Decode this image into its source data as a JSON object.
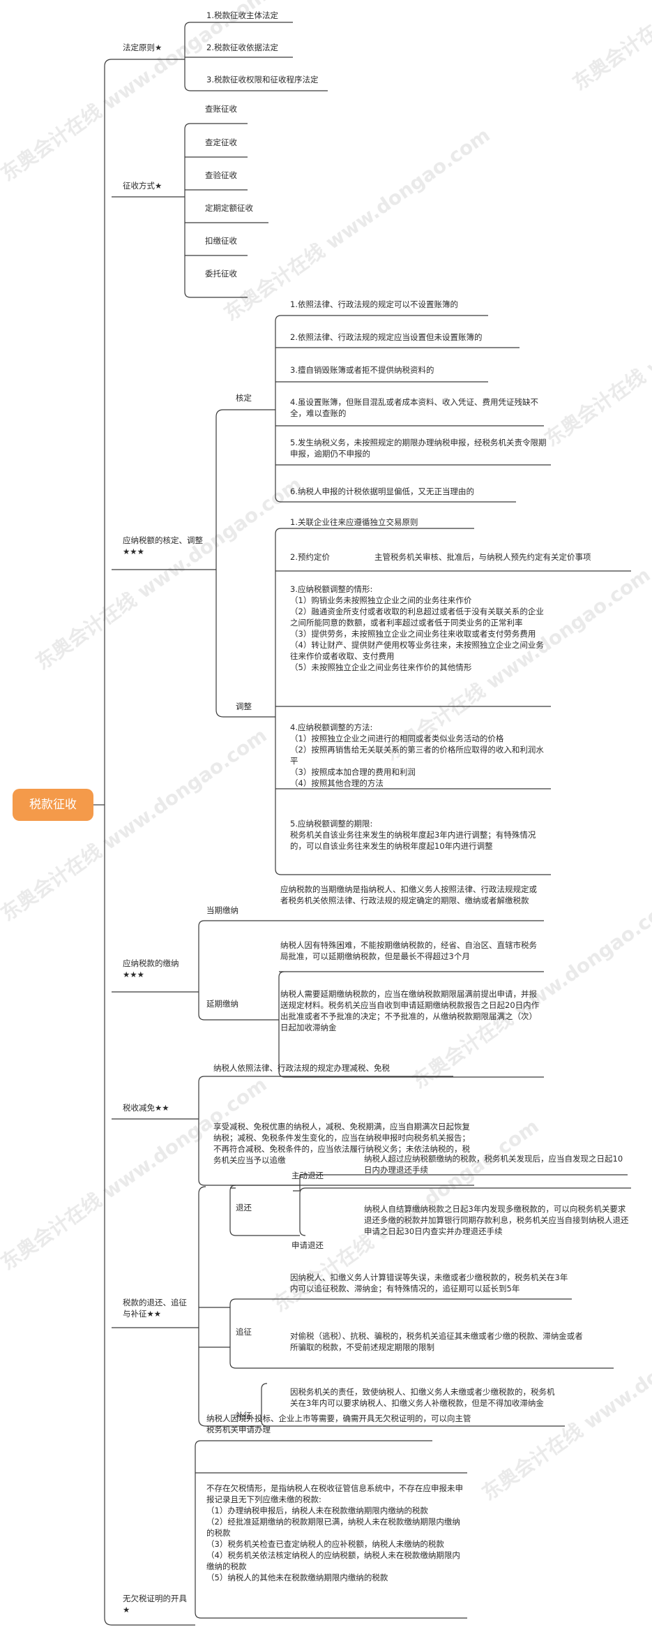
{
  "watermark": "东奥会计在线 www.dongao.com",
  "root": "税款征收",
  "b1": {
    "label": "法定原则★",
    "c": [
      "1.税款征收主体法定",
      "2.税款征收依据法定",
      "3.税款征收权限和征收程序法定"
    ]
  },
  "b2": {
    "label": "征收方式★",
    "c": [
      "查账征收",
      "查定征收",
      "查验征收",
      "定期定额征收",
      "扣缴征收",
      "委托征收"
    ]
  },
  "b3": {
    "label": "应纳税额的核定、调整★★★",
    "hd": {
      "label": "核定",
      "c": [
        "1.依照法律、行政法规的规定可以不设置账簿的",
        "2.依照法律、行政法规的规定应当设置但未设置账簿的",
        "3.擅自销毁账簿或者拒不提供纳税资料的",
        "4.虽设置账簿，但账目混乱或者成本资料、收入凭证、费用凭证残缺不全，难以查账的",
        "5.发生纳税义务，未按照规定的期限办理纳税申报，经税务机关责令限期申报，逾期仍不申报的",
        "6.纳税人申报的计税依据明显偏低，又无正当理由的"
      ]
    },
    "tz": {
      "label": "调整",
      "c1": "1.关联企业往来应遵循独立交易原则",
      "c2": "2.预约定价",
      "c2d": "主管税务机关审核、批准后，与纳税人预先约定有关定价事项",
      "c3": "3.应纳税额调整的情形:\n（1）购销业务未按照独立企业之间的业务往来作价\n（2）融通资金所支付或者收取的利息超过或者低于没有关联关系的企业之间所能同意的数额，或者利率超过或者低于同类业务的正常利率\n（3）提供劳务，未按照独立企业之间业务往来收取或者支付劳务费用\n（4）转让财产、提供财产使用权等业务往来，未按照独立企业之间业务往来作价或者收取、支付费用\n（5）未按照独立企业之间业务往来作价的其他情形",
      "c4": "4.应纳税额调整的方法:\n（1）按照独立企业之间进行的相同或者类似业务活动的价格\n（2）按照再销售给无关联关系的第三者的价格所应取得的收入和利润水平\n（3）按照成本加合理的费用和利润\n（4）按照其他合理的方法",
      "c5": "5.应纳税额调整的期限:\n税务机关自该业务往来发生的纳税年度起3年内进行调整；有特殊情况的，可以自该业务往来发生的纳税年度起10年内进行调整"
    }
  },
  "b4": {
    "label": "应纳税款的缴纳★★★",
    "dq": {
      "label": "当期缴纳",
      "t": "应纳税款的当期缴纳是指纳税人、扣缴义务人按照法律、行政法规规定或者税务机关依照法律、行政法规的规定确定的期限、缴纳或者解缴税款"
    },
    "yq": {
      "label": "延期缴纳",
      "t1": "纳税人因有特殊困难，不能按期缴纳税款的，经省、自治区、直辖市税务局批准，可以延期缴纳税款，但是最长不得超过3个月",
      "t2": "纳税人需要延期缴纳税款的，应当在缴纳税款期限届满前提出申请，并报送规定材料。税务机关应当自收到申请延期缴纳税款报告之日起20日内作出批准或者不予批准的决定；不予批准的，从缴纳税款期限届满之（次）日起加收滞纳金"
    }
  },
  "b5": {
    "label": "税收减免★★",
    "t1": "纳税人依照法律、行政法规的规定办理减税、免税",
    "t2": "享受减税、免税优惠的纳税人，减税、免税期满，应当自期满次日起恢复纳税；减税、免税条件发生变化的，应当在纳税申报时向税务机关报告；不再符合减税、免税条件的，应当依法履行纳税义务；未依法纳税的，税务机关应当予以追缴"
  },
  "b6": {
    "label": "税款的退还、追征与补征★★",
    "th": {
      "label": "退还",
      "zd": {
        "label": "主动退还",
        "t": "纳税人超过应纳税额缴纳的税款，税务机关发现后，应当自发现之日起10日内办理退还手续"
      },
      "sq": {
        "label": "申请退还",
        "t": "纳税人自结算缴纳税款之日起3年内发现多缴税款的，可以向税务机关要求退还多缴的税款并加算银行同期存款利息，税务机关应当自接到纳税人退还申请之日起30日内查实并办理退还手续"
      }
    },
    "zz": {
      "label": "追征",
      "t1": "因纳税人、扣缴义务人计算错误等失误，未缴或者少缴税款的，税务机关在3年内可以追征税款、滞纳金；有特殊情况的，追征期可以延长到5年",
      "t2": "对偷税（逃税）、抗税、骗税的，税务机关追征其未缴或者少缴的税款、滞纳金或者所骗取的税款，不受前述规定期限的限制"
    },
    "bz": {
      "label": "补征",
      "t": "因税务机关的责任，致使纳税人、扣缴义务人未缴或者少缴税款的，税务机关在3年内可以要求纳税人、扣缴义务人补缴税款，但是不得加收滞纳金"
    }
  },
  "b7": {
    "label": "无欠税证明的开具★",
    "t1": "纳税人因境外投标、企业上市等需要，确需开具无欠税证明的，可以向主管税务机关申请办理",
    "t2": "不存在欠税情形，是指纳税人在税收征管信息系统中，不存在应申报未申报记录且无下列应缴未缴的税款:\n（1）办理纳税申报后，纳税人未在税款缴纳期限内缴纳的税款\n（2）经批准延期缴纳的税款期限已满，纳税人未在税款缴纳期限内缴纳的税款\n（3）税务机关检查已查定纳税人的应补税额，纳税人未缴纳的税款\n（4）税务机关依法核定纳税人的应纳税额，纳税人未在税款缴纳期限内缴纳的税款\n（5）纳税人的其他未在税款缴纳期限内缴纳的税款"
  }
}
